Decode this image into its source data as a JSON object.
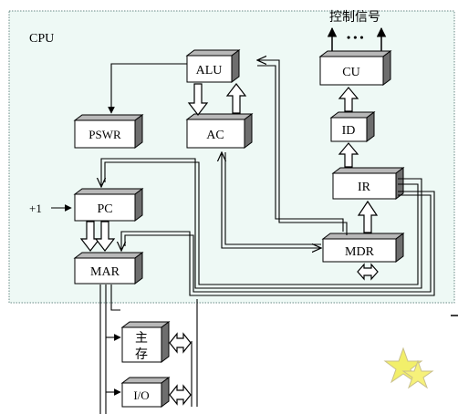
{
  "cpu_label": "CPU",
  "control_signals": "控制信号",
  "ellipsis": "• • •",
  "plus_one": "+1",
  "boxes": {
    "alu": "ALU",
    "ac": "AC",
    "pswr": "PSWR",
    "cu": "CU",
    "id": "ID",
    "ir": "IR",
    "pc": "PC",
    "mar": "MAR",
    "mdr": "MDR",
    "memory_line1": "主",
    "memory_line2": "存",
    "io": "I/O"
  },
  "colors": {
    "panel_bg": "#eef9f5",
    "panel_border": "#6a8a86",
    "box_front": "#ffffff",
    "box_top": "#b8b8b8",
    "box_side": "#6e6e6e",
    "line": "#000000",
    "star_fill": "#f2ef6a"
  }
}
